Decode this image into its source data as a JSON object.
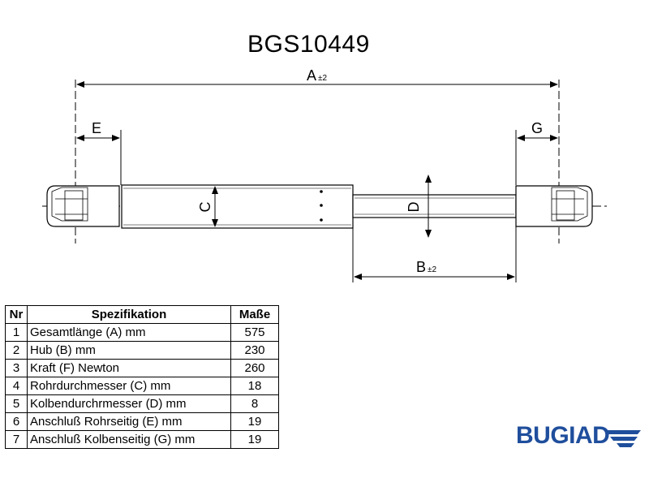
{
  "title": "BGS10449",
  "dimensions": {
    "A": "A",
    "A_tol": "±2",
    "B": "B",
    "B_tol": "±2",
    "C": "C",
    "D": "D",
    "E": "E",
    "G": "G"
  },
  "table": {
    "headers": [
      "Nr",
      "Spezifikation",
      "Maße"
    ],
    "rows": [
      {
        "nr": "1",
        "spec": "Gesamtlänge (A) mm",
        "value": "575"
      },
      {
        "nr": "2",
        "spec": "Hub (B)  mm",
        "value": "230"
      },
      {
        "nr": "3",
        "spec": "Kraft (F) Newton",
        "value": "260"
      },
      {
        "nr": "4",
        "spec": "Rohrdurchmesser (C) mm",
        "value": "18"
      },
      {
        "nr": "5",
        "spec": "Kolbendurchrmesser (D) mm",
        "value": "8"
      },
      {
        "nr": "6",
        "spec": "Anschluß Rohrseitig (E) mm",
        "value": "19"
      },
      {
        "nr": "7",
        "spec": "Anschluß Kolbenseitig (G) mm",
        "value": "19"
      }
    ]
  },
  "logo": {
    "text": "BUGIAD",
    "color": "#1f4e9c"
  }
}
